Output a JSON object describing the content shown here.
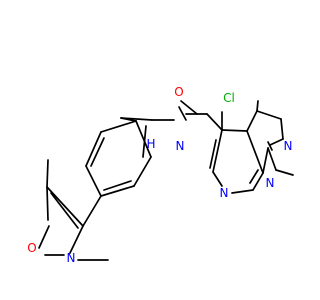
{
  "molecule": {
    "colors": {
      "bond": "#000000",
      "oxygen": "#ff0000",
      "nitrogen": "#0000ff",
      "chlorine": "#00b000"
    },
    "atoms": {
      "o_carbonyl": "O",
      "cl": "Cl",
      "nh": "N",
      "h": "H",
      "o_isoxazole": "O",
      "n_isoxazole": "N",
      "n_pyridine": "N",
      "n1_pyrazole": "N",
      "n2_pyrazole": "N"
    }
  }
}
